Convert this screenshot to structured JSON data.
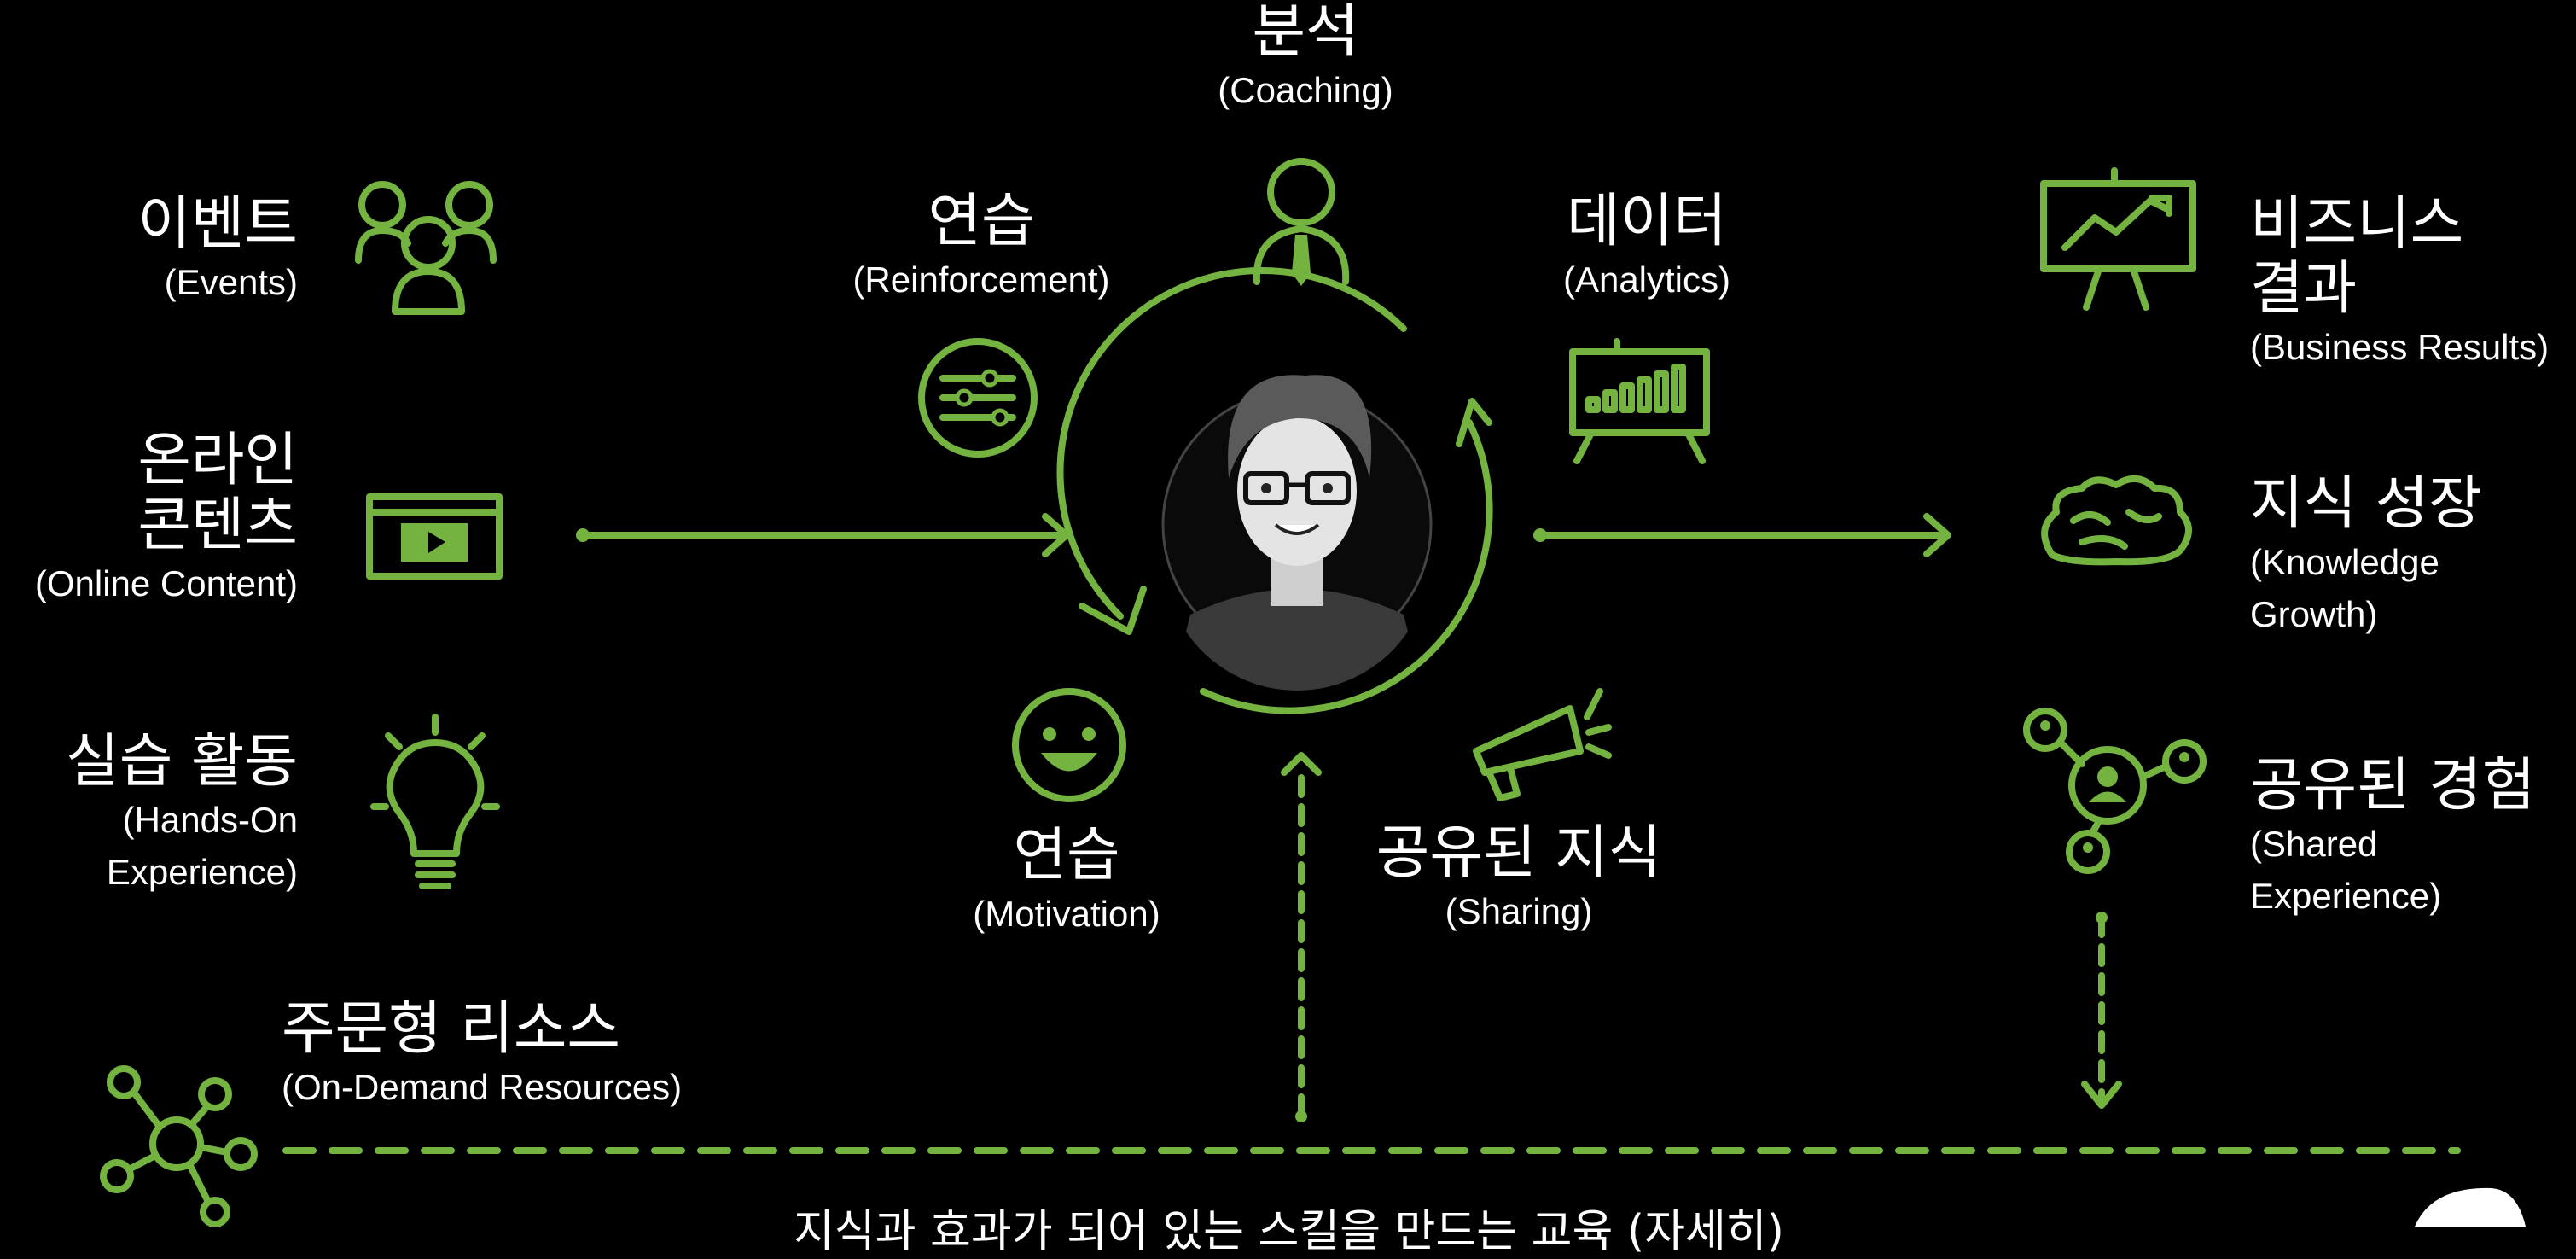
{
  "colors": {
    "accent": "#74b33f",
    "background": "#000000",
    "text": "#ffffff"
  },
  "left": [
    {
      "ko": "이벤트",
      "en": "(Events)",
      "icon": "people-group-icon"
    },
    {
      "ko1": "온라인",
      "ko2": "콘텐츠",
      "en": "(Online Content)",
      "icon": "video-player-icon"
    },
    {
      "ko": "실습 활동",
      "en1": "(Hands-On",
      "en2": "Experience)",
      "icon": "lightbulb-icon"
    }
  ],
  "center": {
    "coaching": {
      "ko": "분석",
      "en": "(Coaching)",
      "icon": "coach-person-icon"
    },
    "reinforcement": {
      "ko": "연습",
      "en": "(Reinforcement)",
      "icon": "sliders-icon"
    },
    "analytics": {
      "ko": "데이터",
      "en": "(Analytics)",
      "icon": "presentation-board-icon"
    },
    "motivation": {
      "ko": "연습",
      "en": "(Motivation)",
      "icon": "smiley-icon"
    },
    "sharing": {
      "ko": "공유된 지식",
      "en": "(Sharing)",
      "icon": "megaphone-icon"
    },
    "learner": {
      "icon": "learner-avatar-icon"
    }
  },
  "right": [
    {
      "ko1": "비즈니스",
      "ko2": "결과",
      "en": "(Business Results)",
      "icon": "growth-chart-board-icon"
    },
    {
      "ko": "지식 성장",
      "en1": "(Knowledge",
      "en2": "Growth)",
      "icon": "brain-icon"
    },
    {
      "ko": "공유된 경험",
      "en1": "(Shared",
      "en2": "Experience)",
      "icon": "network-people-icon"
    }
  ],
  "bottom": {
    "ko": "주문형 리소스",
    "en": "(On-Demand Resources)",
    "icon": "hub-nodes-icon"
  },
  "footer_text": "지식과 효과가 되어 있는 스킬을 만드는 교육 (자세히)"
}
